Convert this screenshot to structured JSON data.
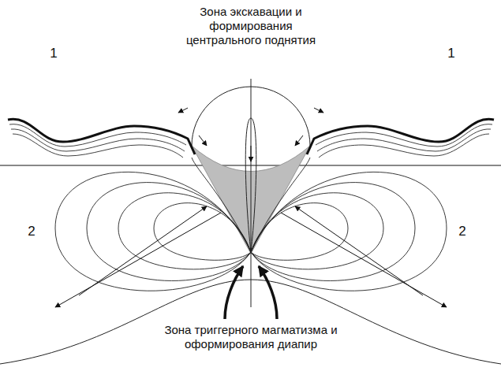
{
  "diagram": {
    "labels": [
      "Зона экскавации и формирования центрального поднятия",
      "1",
      "1",
      "2",
      "2",
      "Зона триггерного магматизма и оформирования диапир"
    ]
  }
}
